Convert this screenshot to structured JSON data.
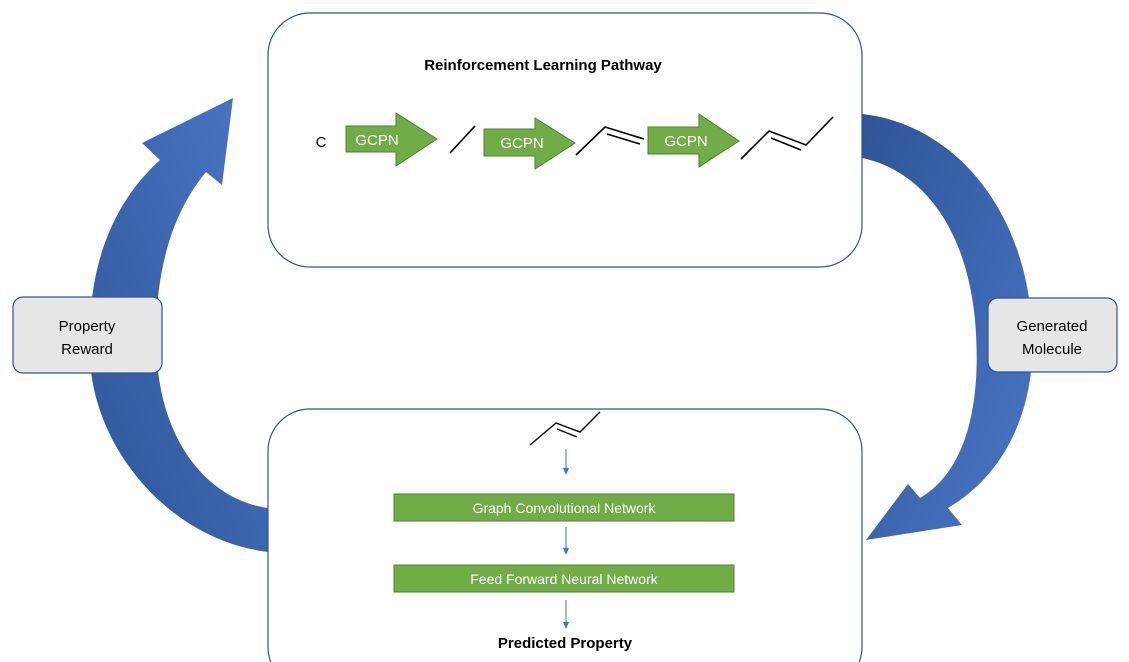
{
  "colors": {
    "cycle_arrow": "#3a63ad",
    "cycle_arrow_light": "#4c78c8",
    "step_arrow_fill": "#70ad47",
    "step_arrow_stroke": "#507e32",
    "panel_border": "#2f5597",
    "side_box_fill": "#e7e6e6",
    "side_box_stroke": "#2f5597",
    "small_arrow": "#4472c4"
  },
  "top_panel": {
    "title": "Reinforcement Learning Pathway",
    "start_atom": "C",
    "steps": [
      {
        "label": "GCPN"
      },
      {
        "label": "GCPN"
      },
      {
        "label": "GCPN"
      }
    ]
  },
  "bottom_panel": {
    "gcn_label": "Graph Convolutional Network",
    "ffnn_label": "Feed Forward Neural Network",
    "output_label": "Predicted Property"
  },
  "left_box": {
    "line1": "Property",
    "line2": "Reward"
  },
  "right_box": {
    "line1": "Generated",
    "line2": "Molecule"
  }
}
